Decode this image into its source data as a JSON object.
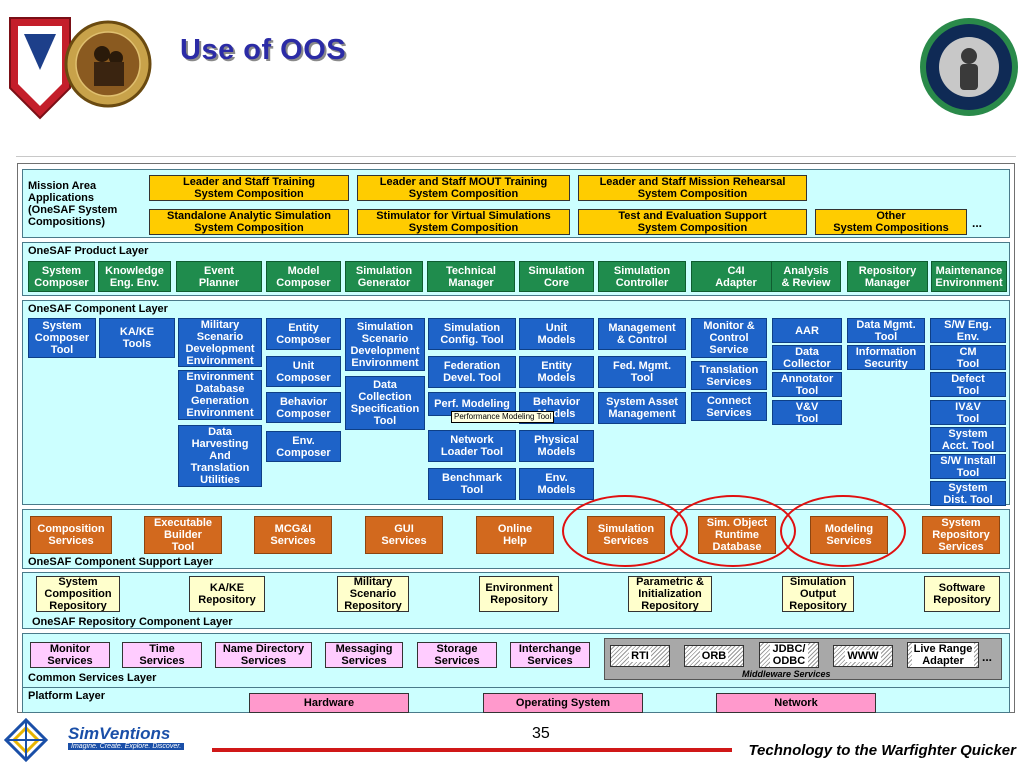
{
  "header": {
    "title": "Use of OOS"
  },
  "layers": {
    "mission_area": {
      "label": "Mission Area\nApplications\n(OneSAF System\nCompositions)",
      "compositions": [
        "Leader and Staff Training\nSystem Composition",
        "Leader and Staff MOUT Training\nSystem Composition",
        "Leader and Staff Mission Rehearsal\nSystem Composition",
        "Standalone Analytic Simulation\nSystem Composition",
        "Stimulator for Virtual Simulations\nSystem Composition",
        "Test and Evaluation Support\nSystem Composition",
        "Other\nSystem Compositions"
      ],
      "ellipsis": "..."
    },
    "product": {
      "label": "OneSAF Product Layer",
      "items": [
        "System\nComposer",
        "Knowledge\nEng. Env.",
        "Event\nPlanner",
        "Model\nComposer",
        "Simulation\nGenerator",
        "Technical\nManager",
        "Simulation\nCore",
        "Simulation\nController",
        "C4I\nAdapter",
        "Analysis\n& Review",
        "Repository\nManager",
        "Maintenance\nEnvironment"
      ]
    },
    "component": {
      "label": "OneSAF Component Layer",
      "items": [
        "System\nComposer\nTool",
        "KA/KE\nTools",
        "Military\nScenario\nDevelopment\nEnvironment",
        "Environment\nDatabase\nGeneration\nEnvironment",
        "Data\nHarvesting\nAnd\nTranslation\nUtilities",
        "Entity\nComposer",
        "Unit\nComposer",
        "Behavior\nComposer",
        "Env.\nComposer",
        "Simulation\nScenario\nDevelopment\nEnvironment",
        "Data\nCollection\nSpecification\nTool",
        "Simulation\nConfig. Tool",
        "Federation\nDevel. Tool",
        "Perf. Modeling",
        "Network\nLoader Tool",
        "Benchmark\nTool",
        "Unit\nModels",
        "Entity\nModels",
        "Behavior\nModels",
        "Physical\nModels",
        "Env.\nModels",
        "Management\n& Control",
        "Fed. Mgmt.\nTool",
        "System Asset\nManagement",
        "Monitor &\nControl\nService",
        "Translation\nServices",
        "Connect\nServices",
        "AAR",
        "Data\nCollector",
        "Annotator\nTool",
        "V&V\nTool",
        "Data Mgmt.\nTool",
        "Information\nSecurity",
        "S/W Eng.\nEnv.",
        "CM\nTool",
        "Defect\nTool",
        "IV&V\nTool",
        "System\nAcct. Tool",
        "S/W Install\nTool",
        "System\nDist. Tool"
      ],
      "tooltip": "Performance Modeling Tool"
    },
    "support": {
      "label": "OneSAF Component Support Layer",
      "items": [
        "Composition\nServices",
        "Executable\nBuilder\nTool",
        "MCG&I\nServices",
        "GUI\nServices",
        "Online\nHelp",
        "Simulation\nServices",
        "Sim. Object\nRuntime\nDatabase",
        "Modeling\nServices",
        "System\nRepository\nServices"
      ]
    },
    "repository": {
      "label": "OneSAF Repository Component Layer",
      "items": [
        "System\nComposition\nRepository",
        "KA/KE\nRepository",
        "Military\nScenario\nRepository",
        "Environment\nRepository",
        "Parametric &\nInitialization\nRepository",
        "Simulation\nOutput\nRepository",
        "Software\nRepository"
      ]
    },
    "common": {
      "label": "Common Services Layer",
      "items": [
        "Monitor\nServices",
        "Time\nServices",
        "Name Directory\nServices",
        "Messaging\nServices",
        "Storage\nServices",
        "Interchange\nServices"
      ],
      "middleware": [
        "RTI",
        "ORB",
        "JDBC/\nODBC",
        "WWW",
        "Live Range\nAdapter"
      ],
      "middleware_label": "Middleware Services",
      "ellipsis": "..."
    },
    "platform": {
      "label": "Platform Layer",
      "items": [
        "Hardware",
        "Operating System",
        "Network"
      ]
    }
  },
  "footer": {
    "company": "SimVentions",
    "company_tagline": "Imagine. Create. Explore. Discover.",
    "page_number": "35",
    "tagline": "Technology to the Warfighter Quicker"
  },
  "colors": {
    "title": "#2b2ba6",
    "layer_background": "#ccffff",
    "composition": "#ffcc00",
    "product": "#1f8c4d",
    "component": "#1e63c8",
    "support": "#d2691e",
    "repository": "#ffffcc",
    "common": "#ffccff",
    "platform": "#ff99cc",
    "highlight_circle": "#e01010"
  }
}
